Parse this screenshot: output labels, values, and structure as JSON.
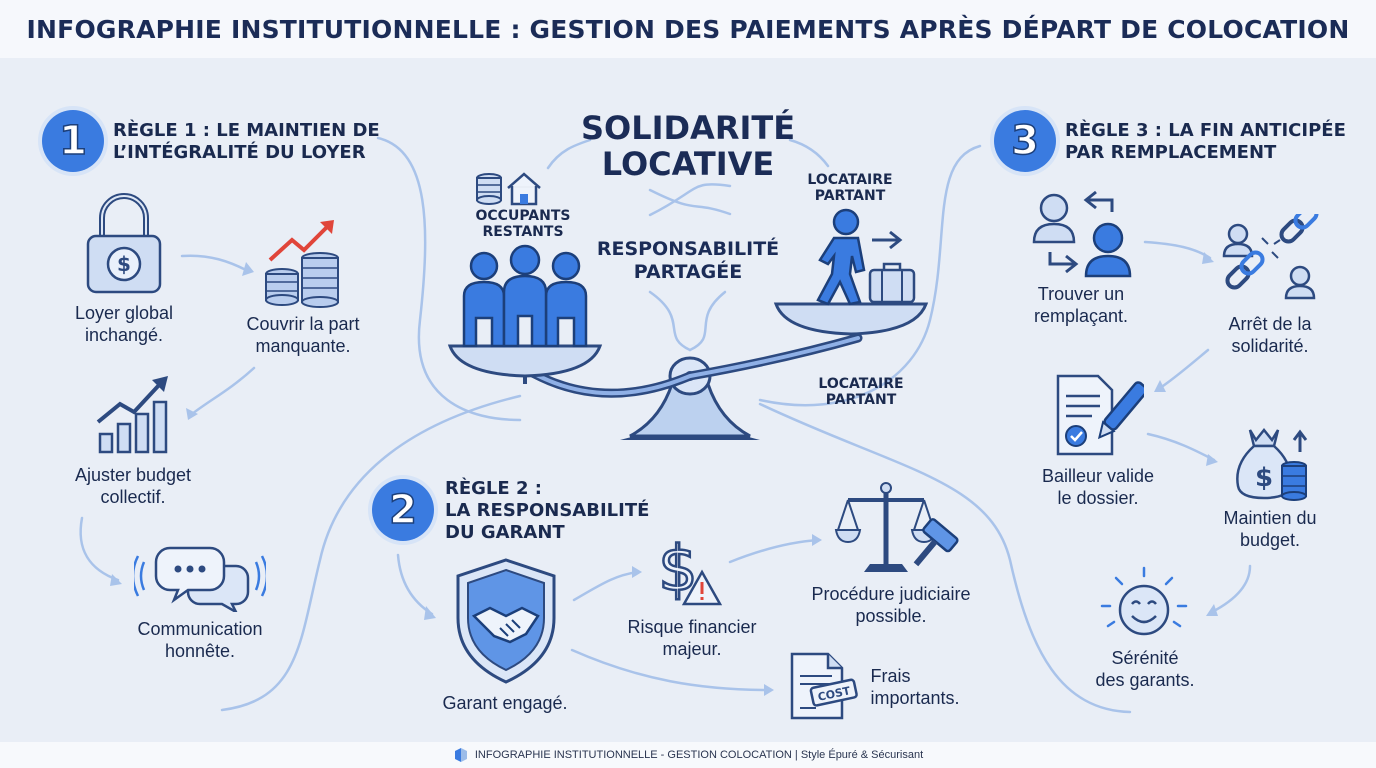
{
  "header": {
    "title": "INFOGRAPHIE INSTITUTIONNELLE : GESTION DES PAIEMENTS APRÈS DÉPART DE COLOCATION"
  },
  "center": {
    "title_line1": "SOLIDARITÉ",
    "title_line2": "LOCATIVE",
    "shared_line1": "RESPONSABILITÉ",
    "shared_line2": "PARTAGÉE",
    "occupants_line1": "OCCUPANTS",
    "occupants_line2": "RESTANTS",
    "leaving_top_line1": "LOCATAIRE",
    "leaving_top_line2": "PARTANT",
    "leaving_bottom_line1": "LOCATAIRE",
    "leaving_bottom_line2": "PARTANT"
  },
  "rule1": {
    "number": "1",
    "title_line1": "RÈGLE 1 : LE MAINTIEN DE",
    "title_line2": "L’INTÉGRALITÉ DU LOYER",
    "items": [
      {
        "icon": "padlock-dollar-icon",
        "line1": "Loyer global",
        "line2": "inchangé."
      },
      {
        "icon": "coins-rising-arrow-icon",
        "line1": "Couvrir la part",
        "line2": "manquante."
      },
      {
        "icon": "bar-chart-growth-icon",
        "line1": "Ajuster budget",
        "line2": "collectif."
      },
      {
        "icon": "speech-bubbles-icon",
        "line1": "Communication",
        "line2": "honnête."
      }
    ]
  },
  "rule2": {
    "number": "2",
    "title_line1": "RÈGLE 2 :",
    "title_line2": "LA RESPONSABILITÉ",
    "title_line3": "DU GARANT",
    "items": [
      {
        "icon": "shield-handshake-icon",
        "line1": "Garant engagé.",
        "line2": ""
      },
      {
        "icon": "dollar-warning-icon",
        "line1": "Risque financier",
        "line2": "majeur."
      },
      {
        "icon": "justice-scale-gavel-icon",
        "line1": "Procédure judiciaire",
        "line2": "possible."
      },
      {
        "icon": "cost-document-icon",
        "line1": "Frais",
        "line2": "importants.",
        "stamp": "COST"
      }
    ]
  },
  "rule3": {
    "number": "3",
    "title_line1": "RÈGLE 3 : LA FIN ANTICIPÉE",
    "title_line2": "PAR REMPLACEMENT",
    "items": [
      {
        "icon": "replacement-swap-icon",
        "line1": "Trouver un",
        "line2": "remplaçant."
      },
      {
        "icon": "broken-chain-icon",
        "line1": "Arrêt de la",
        "line2": "solidarité."
      },
      {
        "icon": "signed-document-pen-icon",
        "line1": "Bailleur valide",
        "line2": "le dossier."
      },
      {
        "icon": "money-bag-coins-icon",
        "line1": "Maintien du",
        "line2": "budget."
      },
      {
        "icon": "smiley-sun-icon",
        "line1": "Sérénité",
        "line2": "des garants."
      }
    ]
  },
  "footer": {
    "text": "INFOGRAPHIE INSTITUTIONNELLE - GESTION COLOCATION | Style Épuré & Sécurisant"
  },
  "colors": {
    "primary": "#3a7be0",
    "dark": "#1b2c57",
    "background": "#e9eef6",
    "accent_red": "#e0453a"
  }
}
